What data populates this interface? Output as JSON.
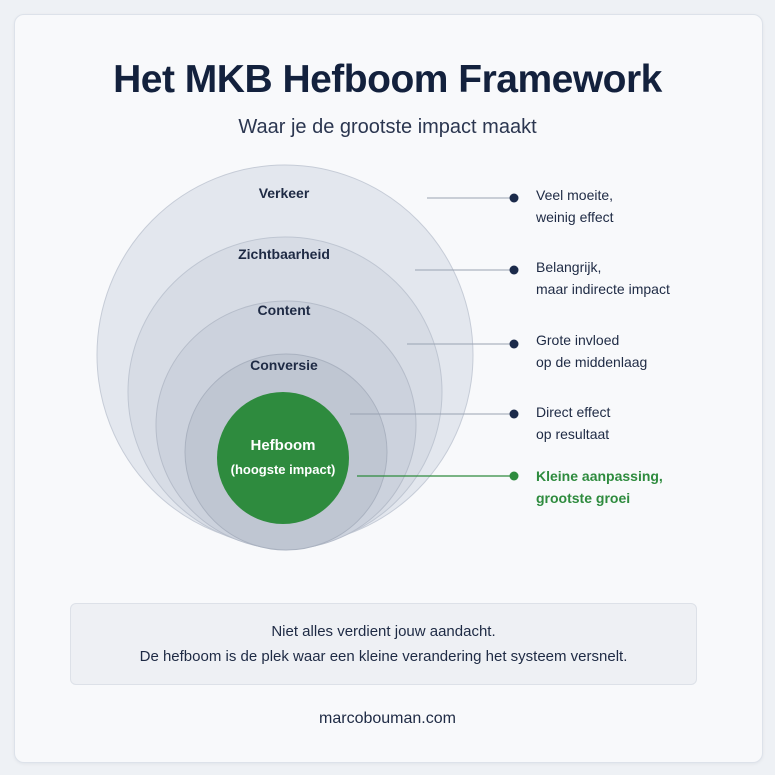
{
  "title": "Het MKB Hefboom Framework",
  "subtitle": "Waar je de grootste impact maakt",
  "layers": [
    {
      "label": "Verkeer",
      "note_lines": [
        "Veel moeite,",
        "weinig effect"
      ]
    },
    {
      "label": "Zichtbaarheid",
      "note_lines": [
        "Belangrijk,",
        "maar indirecte impact"
      ]
    },
    {
      "label": "Content",
      "note_lines": [
        "Grote invloed",
        "op de middenlaag"
      ]
    },
    {
      "label": "Conversie",
      "note_lines": [
        "Direct effect",
        "op resultaat"
      ]
    }
  ],
  "core": {
    "label": "Hefboom",
    "sublabel": "(hoogste impact)",
    "note_lines": [
      "Kleine aanpassing,",
      "grootste groei"
    ]
  },
  "footer": {
    "line1": "Niet alles verdient jouw aandacht.",
    "line2": "De hefboom is de plek waar een kleine verandering het systeem versnelt."
  },
  "website": "marcobouman.com",
  "colors": {
    "accent_green": "#2e8b3e",
    "navy": "#13213d",
    "ring_fill": "#d9dee7",
    "dot": "#1b2a4a"
  }
}
